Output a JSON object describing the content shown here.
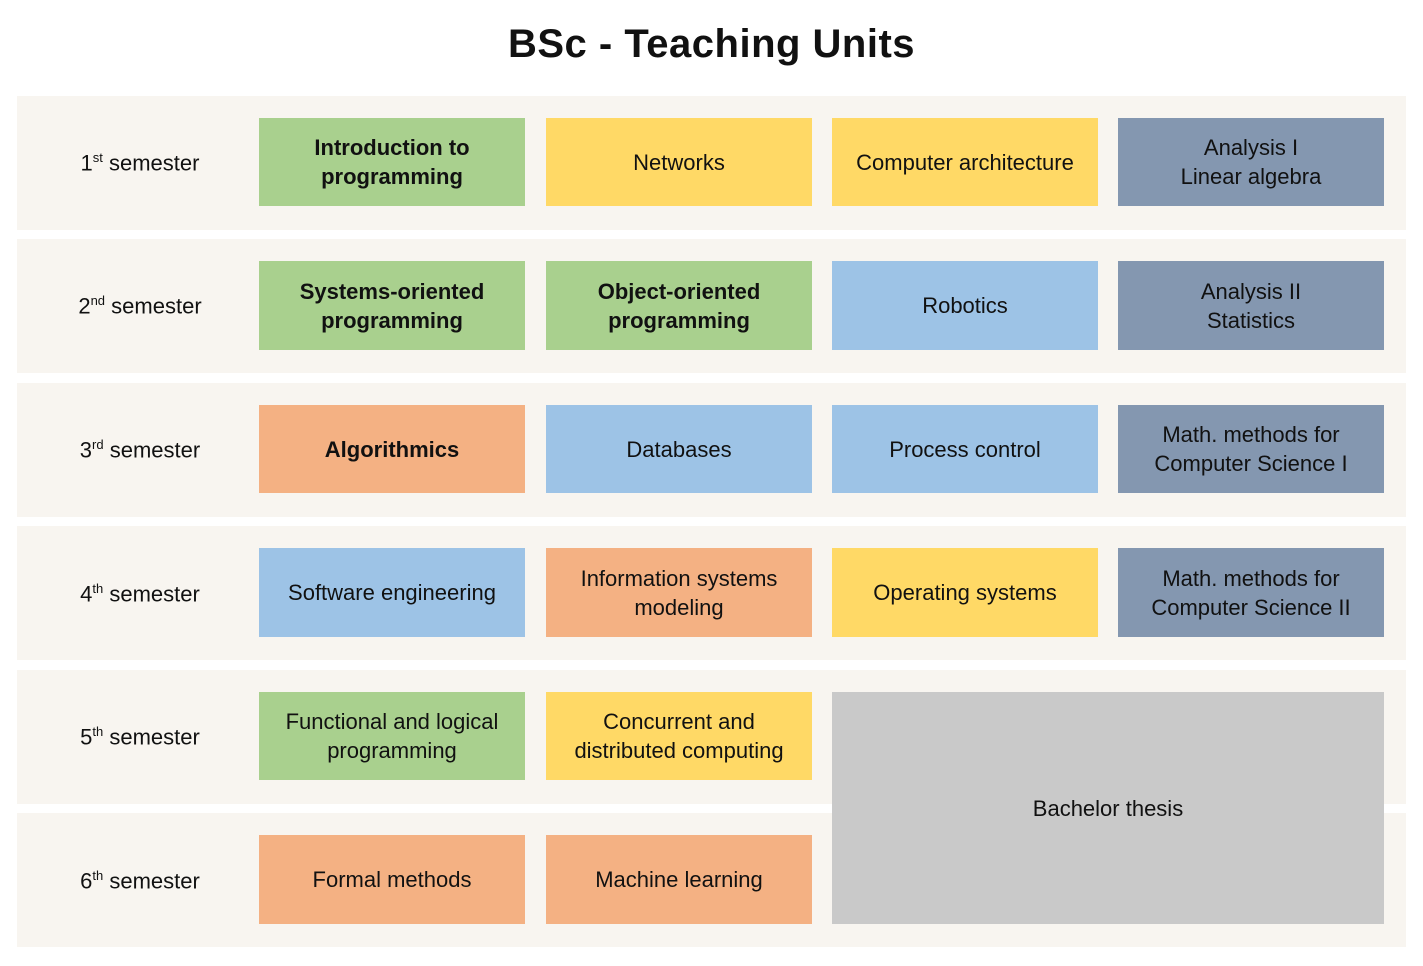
{
  "title": "BSc - Teaching Units",
  "colors": {
    "green": "#a9d08e",
    "yellow": "#ffd966",
    "slate": "#8497b0",
    "blue": "#9dc3e6",
    "orange": "#f4b183",
    "grey": "#c9c9c9",
    "band": "#f8f5f0"
  },
  "semesters": [
    {
      "num": "1",
      "sup": "st",
      "word": "semester"
    },
    {
      "num": "2",
      "sup": "nd",
      "word": "semester"
    },
    {
      "num": "3",
      "sup": "rd",
      "word": "semester"
    },
    {
      "num": "4",
      "sup": "th",
      "word": "semester"
    },
    {
      "num": "5",
      "sup": "th",
      "word": "semester"
    },
    {
      "num": "6",
      "sup": "th",
      "word": "semester"
    }
  ],
  "units": {
    "s1": [
      "Introduction to\nprogramming",
      "Networks",
      "Computer architecture",
      "Analysis I\nLinear algebra"
    ],
    "s2": [
      "Systems-oriented\nprogramming",
      "Object-oriented\nprogramming",
      "Robotics",
      "Analysis II\nStatistics"
    ],
    "s3": [
      "Algorithmics",
      "Databases",
      "Process control",
      "Math. methods for\nComputer Science I"
    ],
    "s4": [
      "Software engineering",
      "Information systems\nmodeling",
      "Operating systems",
      "Math. methods for\nComputer Science II"
    ],
    "s5": [
      "Functional and logical\nprogramming",
      "Concurrent and\ndistributed computing"
    ],
    "s6": [
      "Formal methods",
      "Machine learning"
    ],
    "thesis": "Bachelor thesis"
  }
}
